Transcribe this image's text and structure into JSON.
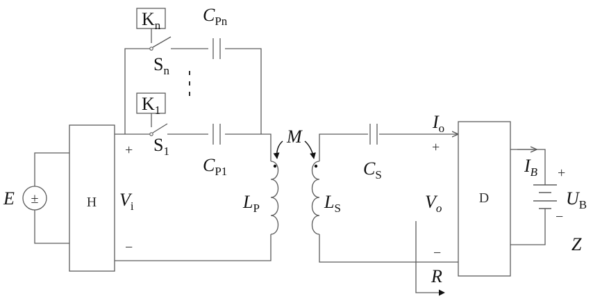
{
  "colors": {
    "wire": "#5a5a5a",
    "text": "#111111",
    "background": "#ffffff"
  },
  "blocks": {
    "inverter": "H",
    "rectifier": "D"
  },
  "source": {
    "symbol": "E",
    "sign": "±"
  },
  "primary": {
    "voltage_main": "V",
    "voltage_sub": "i",
    "plus": "+",
    "minus": "−",
    "inductor_main": "L",
    "inductor_sub": "P",
    "capacitor1_main": "C",
    "capacitor1_sub": "P1",
    "capacitorn_main": "C",
    "capacitorn_sub": "Pn",
    "switch1_main": "S",
    "switch1_sub": "1",
    "switchn_main": "S",
    "switchn_sub": "n",
    "control1_main": "K",
    "control1_sub": "1",
    "controln_main": "K",
    "controln_sub": "n"
  },
  "coupling": {
    "label": "M"
  },
  "secondary": {
    "capacitor_main": "C",
    "capacitor_sub": "S",
    "inductor_main": "L",
    "inductor_sub": "S",
    "current_main": "I",
    "current_sub": "o",
    "voltage_main": "V",
    "voltage_sub": "o",
    "plus": "+",
    "minus": "−",
    "resistance": "R"
  },
  "load": {
    "current_main": "I",
    "current_sub": "B",
    "voltage_main": "U",
    "voltage_sub": "B",
    "plus": "+",
    "minus": "−",
    "impedance": "Z"
  }
}
